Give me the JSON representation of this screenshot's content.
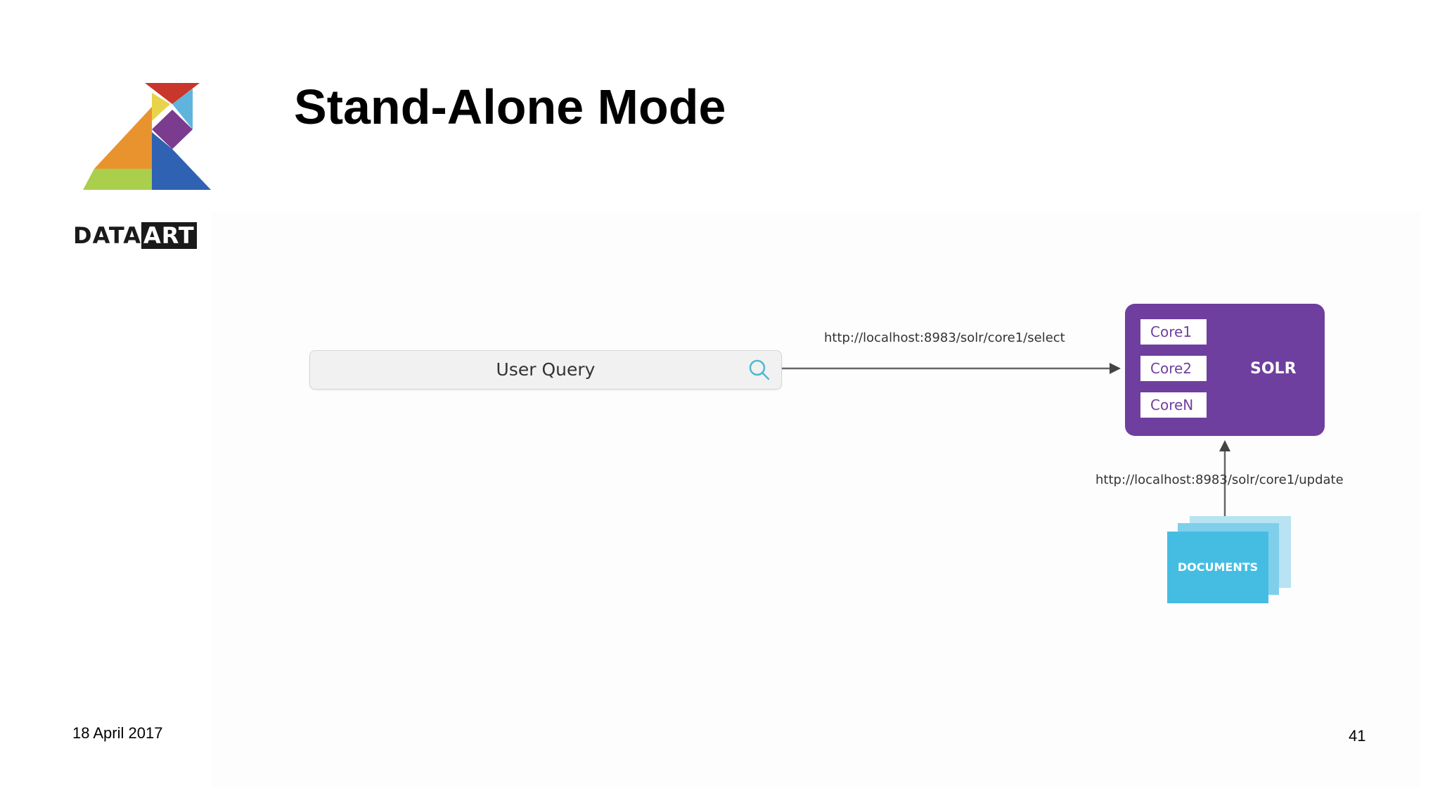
{
  "slide": {
    "title": "Stand-Alone Mode",
    "date": "18 April 2017",
    "page_number": "41"
  },
  "logo": {
    "text_part1": "DATA",
    "text_part2": "ART"
  },
  "diagram": {
    "search_bar_label": "User Query",
    "select_url": "http://localhost:8983/solr/core1/select",
    "update_url": "http://localhost:8983/solr/core1/update",
    "solr_label": "SOLR",
    "cores": [
      "Core1",
      "Core2",
      "CoreN"
    ],
    "documents_label": "DOCUMENTS"
  },
  "colors": {
    "solr_purple": "#6f3f9f",
    "documents_blue": "#45bde2",
    "search_icon": "#4fb8d2"
  }
}
